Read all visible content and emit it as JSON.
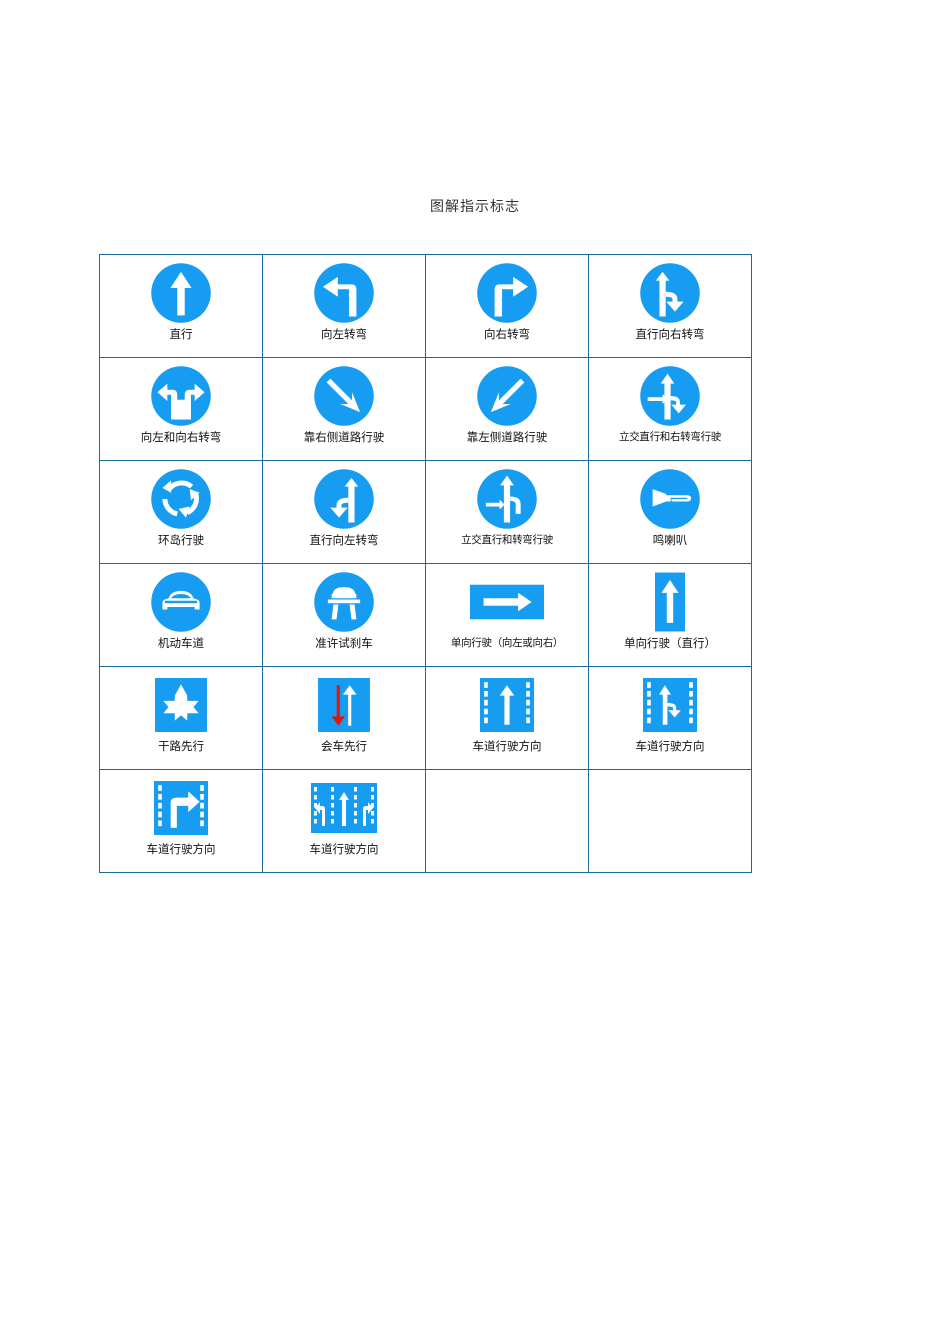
{
  "document": {
    "title": "图解指示标志"
  },
  "colors": {
    "sign_blue": "#169cf0",
    "sign_white": "#ffffff",
    "table_border": "#19699f",
    "arrow_red": "#e2140f",
    "text": "#111111",
    "page_background": "#ffffff"
  },
  "table": {
    "columns": 4,
    "rows": 6,
    "cells": [
      {
        "id": "c1",
        "label": "直行",
        "icon": "circle-straight-arrow-icon",
        "shape": "circle"
      },
      {
        "id": "c2",
        "label": "向左转弯",
        "icon": "circle-turn-left-icon",
        "shape": "circle"
      },
      {
        "id": "c3",
        "label": "向右转弯",
        "icon": "circle-turn-right-icon",
        "shape": "circle"
      },
      {
        "id": "c4",
        "label": "直行向右转弯",
        "icon": "circle-straight-and-right-icon",
        "shape": "circle"
      },
      {
        "id": "c5",
        "label": "向左和向右转弯",
        "icon": "circle-left-and-right-icon",
        "shape": "circle"
      },
      {
        "id": "c6",
        "label": "靠右侧道路行驶",
        "icon": "circle-keep-right-diagonal-icon",
        "shape": "circle"
      },
      {
        "id": "c7",
        "label": "靠左侧道路行驶",
        "icon": "circle-keep-left-diagonal-icon",
        "shape": "circle"
      },
      {
        "id": "c8",
        "label": "立交直行和右转弯行驶",
        "icon": "circle-interchange-straight-right-icon",
        "shape": "circle"
      },
      {
        "id": "c9",
        "label": "环岛行驶",
        "icon": "circle-roundabout-icon",
        "shape": "circle"
      },
      {
        "id": "c10",
        "label": "直行向左转弯",
        "icon": "circle-straight-and-left-icon",
        "shape": "circle"
      },
      {
        "id": "c11",
        "label": "立交直行和转弯行驶",
        "icon": "circle-interchange-straight-left-icon",
        "shape": "circle"
      },
      {
        "id": "c12",
        "label": "鸣喇叭",
        "icon": "circle-horn-icon",
        "shape": "circle"
      },
      {
        "id": "c13",
        "label": "机动车道",
        "icon": "circle-motor-vehicle-lane-icon",
        "shape": "circle"
      },
      {
        "id": "c14",
        "label": "准许试刹车",
        "icon": "circle-brake-test-allowed-icon",
        "shape": "circle"
      },
      {
        "id": "c15",
        "label": "单向行驶（向左或向右）",
        "icon": "rect-one-way-horizontal-icon",
        "shape": "rect-wide"
      },
      {
        "id": "c16",
        "label": "单向行驶（直行）",
        "icon": "rect-one-way-vertical-icon",
        "shape": "rect-tall"
      },
      {
        "id": "c17",
        "label": "干路先行",
        "icon": "rect-main-road-priority-icon",
        "shape": "rect"
      },
      {
        "id": "c18",
        "label": "会车先行",
        "icon": "rect-oncoming-priority-icon",
        "shape": "rect"
      },
      {
        "id": "c19",
        "label": "车道行驶方向",
        "icon": "rect-lane-direction-straight-icon",
        "shape": "rect"
      },
      {
        "id": "c20",
        "label": "车道行驶方向",
        "icon": "rect-lane-direction-straight-right-icon",
        "shape": "rect"
      },
      {
        "id": "c21",
        "label": "车道行驶方向",
        "icon": "rect-lane-direction-right-only-icon",
        "shape": "rect"
      },
      {
        "id": "c22",
        "label": "车道行驶方向",
        "icon": "rect-lane-direction-multi-icon",
        "shape": "rect"
      },
      {
        "id": "c23",
        "label": "",
        "icon": "",
        "shape": "empty"
      },
      {
        "id": "c24",
        "label": "",
        "icon": "",
        "shape": "empty"
      }
    ]
  }
}
